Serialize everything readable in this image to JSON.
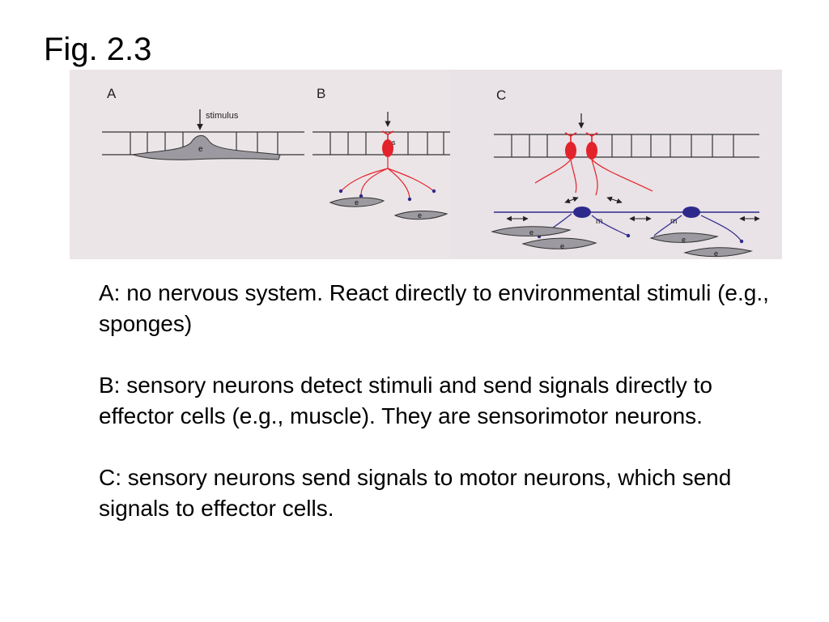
{
  "slide": {
    "title": "Fig. 2.3"
  },
  "figure": {
    "panels": [
      {
        "letter": "A"
      },
      {
        "letter": "B"
      },
      {
        "letter": "C"
      }
    ],
    "labels": {
      "stimulus": "stimulus",
      "effector": "e",
      "sensory": "s",
      "motor": "m"
    },
    "colors": {
      "background": "#ece5e8",
      "neuron_sensory": "#e2232b",
      "neuron_motor": "#2e2a8c",
      "effector_cell": "#9c9aa0",
      "outline": "#333333"
    }
  },
  "captions": [
    "A: no nervous system. React directly to environmental stimuli (e.g., sponges)",
    "B:  sensory neurons detect stimuli and send signals directly to effector cells (e.g., muscle). They are sensorimotor neurons.",
    "C: sensory neurons send signals to motor neurons, which send signals to effector cells."
  ]
}
